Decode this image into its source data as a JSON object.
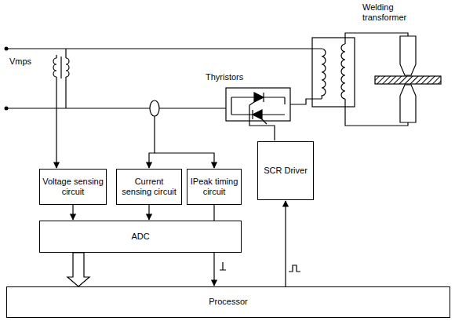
{
  "diagram": {
    "nodes": [
      {
        "text": [
          "Voltage sensing circuit"
        ]
      },
      {
        "text": [
          "Current sensing circuit"
        ]
      },
      {
        "text": [
          "IPeak timing circuit"
        ]
      },
      {
        "text": [
          "SCR Driver"
        ]
      },
      {
        "text": [
          "ADC"
        ]
      },
      {
        "text": [
          "Processor"
        ]
      }
    ],
    "edges": [
      {
        "from": 0,
        "to": 4,
        "arrow": "to"
      },
      {
        "from": 1,
        "to": 4,
        "arrow": "to"
      },
      {
        "from": 4,
        "to": 5,
        "arrow": "to"
      },
      {
        "from": 2,
        "to": 5,
        "arrow": "to"
      },
      {
        "from": 5,
        "to": 3,
        "arrow": "to"
      }
    ],
    "labels": [
      "Vmps",
      "Welding transformer",
      "Thyristors"
    ]
  }
}
